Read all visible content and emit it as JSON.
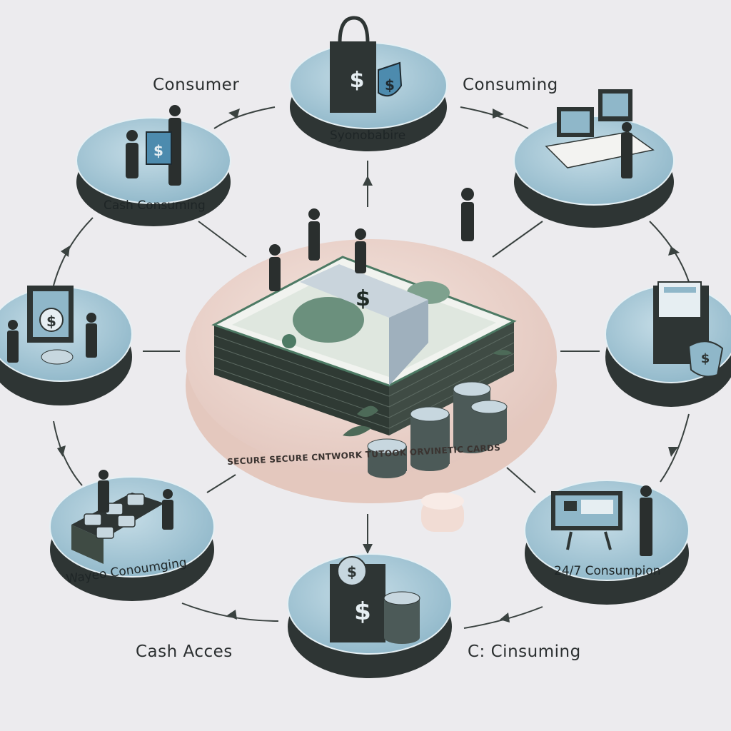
{
  "labels": {
    "top_left": "Consumer",
    "top_right": "Consuming",
    "top_center_disc": "Syonobabire",
    "upper_left_disc": "Cash Consuming",
    "bottom_left_disc": "Wayeo Conoumging",
    "bottom_right_disc": "24/7 Consumpion",
    "bottom_left": "Cash Acces",
    "bottom_right": "C: Cinsuming",
    "center_ring": "SECURE SECURE CNTWORK TUTOOK ORVINETIC CARDS"
  },
  "icons": {
    "center": "cash-stack-icon",
    "top_center": "shopping-bag-dollar-icon",
    "upper_left": "people-exchange-icon",
    "left": "payment-terminal-icon",
    "bottom_left": "cash-bundles-icon",
    "bottom_center": "atm-coins-icon",
    "bottom_right": "monitor-presentation-icon",
    "right": "wallet-cards-icon",
    "upper_right": "computer-workstation-icon"
  },
  "colors": {
    "background": "#ecebee",
    "disc_top": "#a7c9d8",
    "disc_side": "#2e3534",
    "platform": "#ecd6cf",
    "money_green": "#4d7a64",
    "line": "#3a4240"
  }
}
